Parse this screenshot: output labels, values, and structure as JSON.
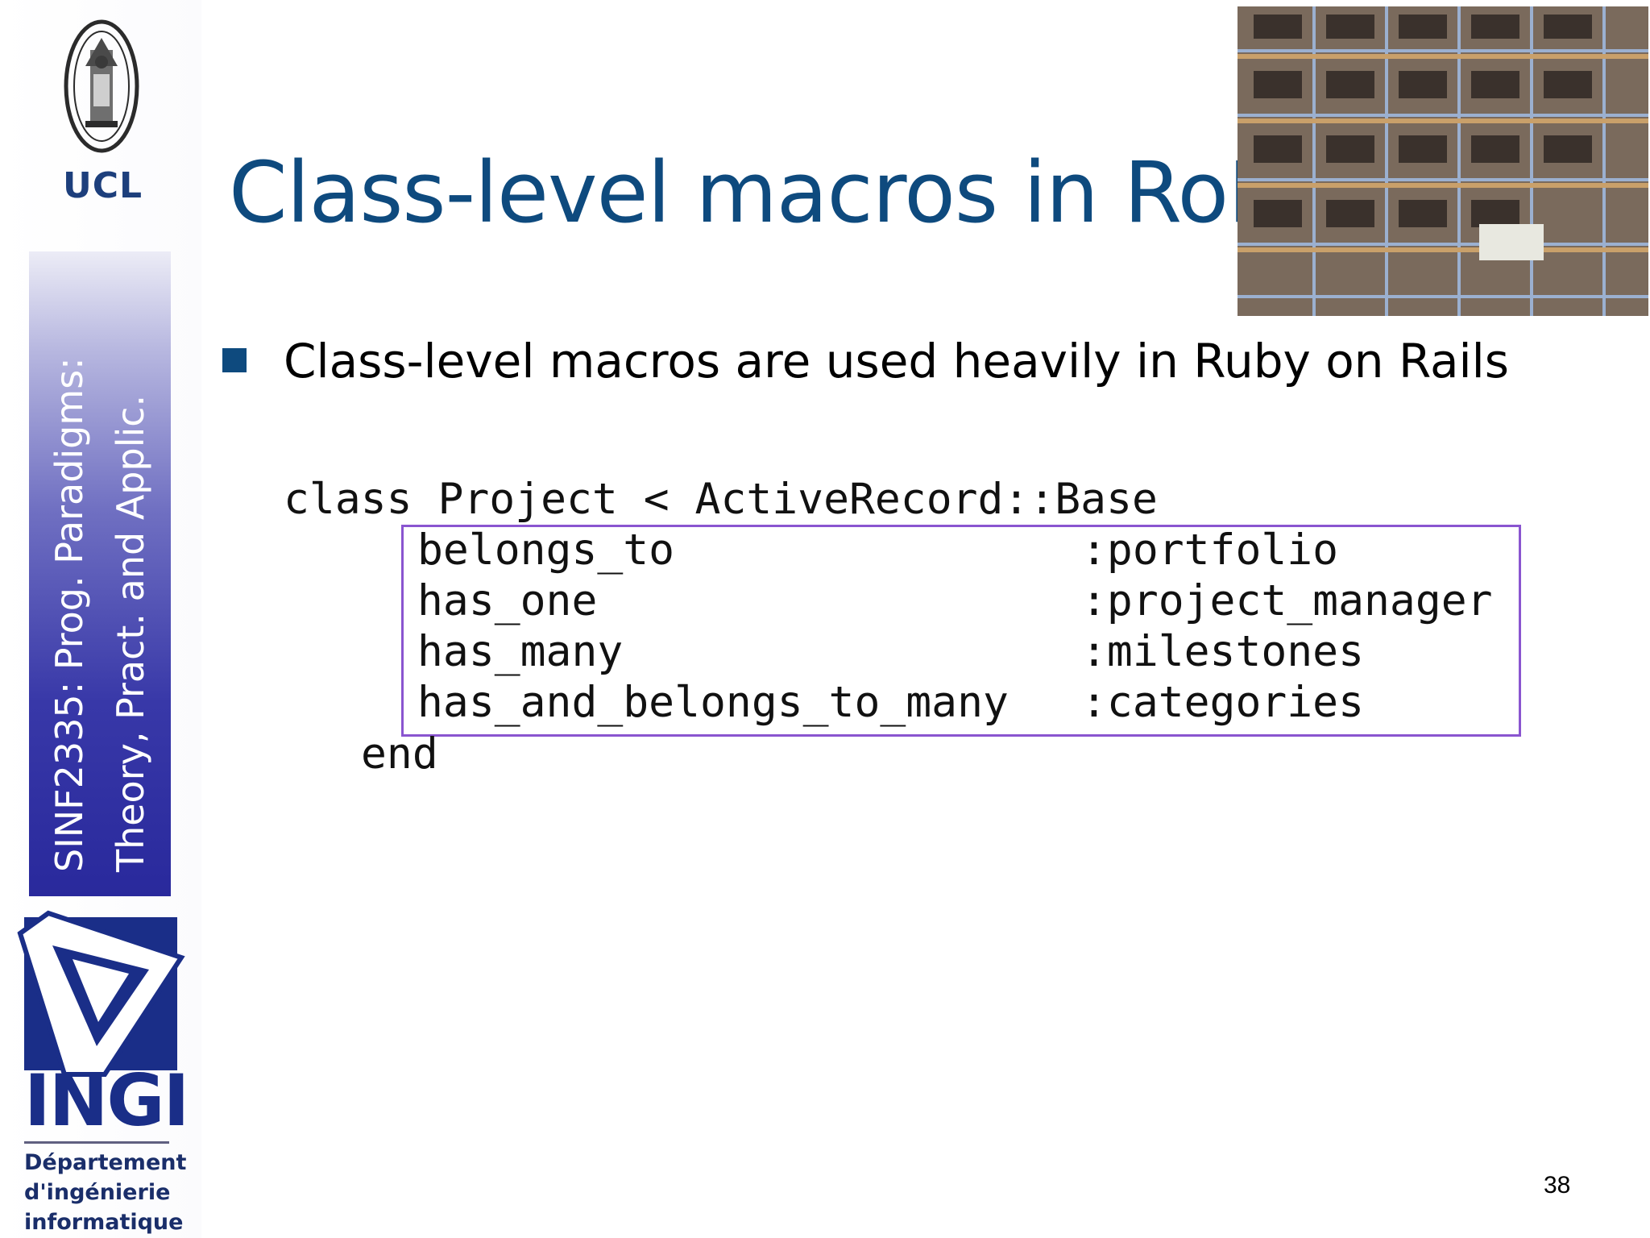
{
  "sidebar": {
    "institution": "UCL",
    "course_line_1": "SINF2335: Prog. Paradigms:",
    "course_line_2": "Theory, Pract. and Applic.",
    "department_logo": "INGI",
    "department_lines": [
      "Département",
      "d'ingénierie",
      "informatique"
    ],
    "seal_icon": "university-seal-icon",
    "ingi_icon": "impossible-triangle-logo-icon"
  },
  "slide": {
    "title": "Class-level macros in RoR",
    "bullet": "Class-level macros are used heavily in Ruby on Rails",
    "photo_subject": "building-scaffolding-photo",
    "page_number": "38"
  },
  "code": {
    "class_line": "class Project < ActiveRecord::Base",
    "macros": [
      {
        "macro": "belongs_to",
        "arg": ":portfolio"
      },
      {
        "macro": "has_one",
        "arg": ":project_manager"
      },
      {
        "macro": "has_many",
        "arg": ":milestones"
      },
      {
        "macro": "has_and_belongs_to_many",
        "arg": ":categories"
      }
    ],
    "end_line": "end"
  },
  "colors": {
    "title": "#0e4a7e",
    "box_border": "#8a55d0",
    "sidebar_band": "#29299c",
    "ucl": "#1d3f7c"
  }
}
